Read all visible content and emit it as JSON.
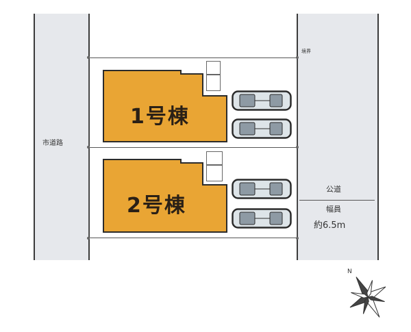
{
  "roads": {
    "left_label": "市道路",
    "right_label": "公道",
    "width_label": "幅員",
    "width_value": "約6.5m",
    "corner_mark": "境界"
  },
  "buildings": [
    {
      "label": "1号棟"
    },
    {
      "label": "2号棟"
    }
  ],
  "compass": {
    "label": "N"
  },
  "colors": {
    "house": "#e9a534",
    "road": "#e6e8ec",
    "car_body": "#dde4e8",
    "outline": "#2b2b2b"
  }
}
